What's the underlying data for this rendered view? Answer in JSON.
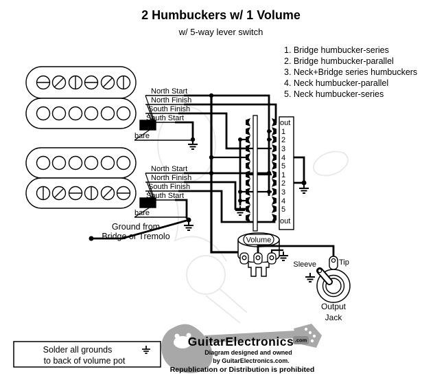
{
  "title": "2 Humbuckers w/ 1 Volume",
  "subtitle": "w/ 5-way lever switch",
  "legend": {
    "items": [
      "1. Bridge humbucker-series",
      "2. Bridge humbucker-parallel",
      "3. Neck+Bridge series humbuckers",
      "4. Neck humbucker-parallel",
      "5. Neck humbucker-series"
    ]
  },
  "neck_pickup": {
    "wires": [
      "North Start",
      "North Finish",
      "South Finish",
      "South Start",
      "bare"
    ]
  },
  "bridge_pickup": {
    "wires": [
      "North Start",
      "North Finish",
      "South Finish",
      "South Start",
      "bare"
    ]
  },
  "ground_note": {
    "line1": "Ground from",
    "line2": "Bridge or Tremolo"
  },
  "switch": {
    "lug_labels": [
      "out",
      "1",
      "2",
      "3",
      "4",
      "5",
      "1",
      "2",
      "3",
      "4",
      "5",
      "out"
    ]
  },
  "volume_pot": {
    "label": "Volume"
  },
  "output_jack": {
    "sleeve_label": "Sleeve",
    "tip_label": "Tip",
    "caption_line1": "Output",
    "caption_line2": "Jack"
  },
  "solder_note": {
    "line1": "Solder all grounds",
    "line2": "to back of volume pot"
  },
  "logo": {
    "brand": "GuitarElectronics",
    "domain_badge": ".com",
    "credit_line1": "Diagram designed and owned",
    "credit_line2": "by GuitarElectronics.com.",
    "notice": "Republication or Distribution is prohibited"
  },
  "colors": {
    "wire": "#000000",
    "background": "#ffffff",
    "logo_gray": "#a8a8a8",
    "logo_text": "#787878"
  }
}
